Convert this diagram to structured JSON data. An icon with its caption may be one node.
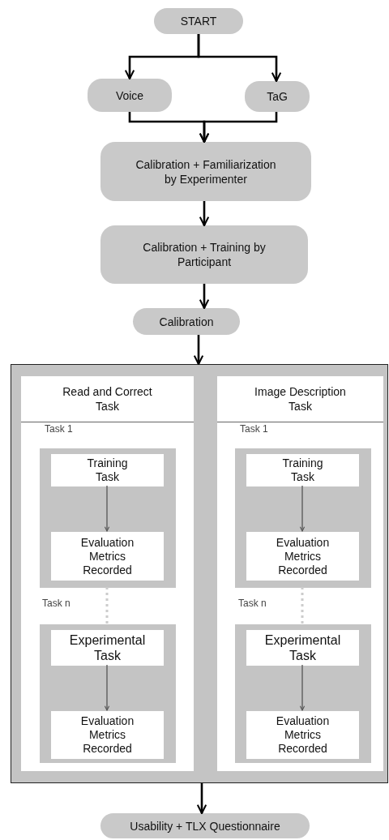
{
  "diagram": {
    "nodes": [
      {
        "text": [
          "START"
        ]
      },
      {
        "text": [
          "Voice"
        ]
      },
      {
        "text": [
          "TaG"
        ]
      },
      {
        "text": [
          "Calibration + Familiarization by Experimenter"
        ]
      },
      {
        "text": [
          "Calibration + Training by Participant"
        ]
      },
      {
        "text": [
          "Calibration"
        ]
      },
      {
        "text": [],
        "shape": "box"
      },
      {
        "text": [
          "Read and Correct Task"
        ],
        "in": 6
      },
      {
        "text": [],
        "shape": "box",
        "in": 7
      },
      {
        "text": [
          "Training Task"
        ],
        "in": 8
      },
      {
        "text": [
          "Evaluation Metrics Recorded"
        ],
        "in": 8
      },
      {
        "text": [],
        "shape": "box",
        "in": 7
      },
      {
        "text": [
          "Experimental Task"
        ],
        "in": 11
      },
      {
        "text": [
          "Evaluation Metrics Recorded"
        ],
        "in": 11
      },
      {
        "text": [
          "Image Description Task"
        ],
        "in": 6
      },
      {
        "text": [],
        "shape": "box",
        "in": 14
      },
      {
        "text": [
          "Training Task"
        ],
        "in": 15
      },
      {
        "text": [
          "Evaluation Metrics Recorded"
        ],
        "in": 15
      },
      {
        "text": [],
        "shape": "box",
        "in": 14
      },
      {
        "text": [
          "Experimental Task"
        ],
        "in": 18
      },
      {
        "text": [
          "Evaluation Metrics Recorded"
        ],
        "in": 18
      },
      {
        "text": [
          "Usability + TLX Questionnaire"
        ]
      }
    ],
    "edges": [
      {
        "from": 0,
        "to": 1,
        "arrow": "to"
      },
      {
        "from": 0,
        "to": 2,
        "arrow": "to"
      },
      {
        "from": 1,
        "to": 3,
        "arrow": "to"
      },
      {
        "from": 2,
        "to": 3,
        "arrow": "to"
      },
      {
        "from": 3,
        "to": 4,
        "arrow": "to"
      },
      {
        "from": 4,
        "to": 5,
        "arrow": "to"
      },
      {
        "from": 5,
        "to": 6,
        "arrow": "to"
      },
      {
        "from": 9,
        "to": 10,
        "arrow": "to",
        "color": "#555555"
      },
      {
        "from": 8,
        "to": 11,
        "arrow": "none",
        "style": "dashed",
        "color": "#cccccc"
      },
      {
        "from": 12,
        "to": 13,
        "arrow": "to",
        "color": "#555555"
      },
      {
        "from": 16,
        "to": 17,
        "arrow": "to",
        "color": "#555555"
      },
      {
        "from": 15,
        "to": 18,
        "arrow": "none",
        "style": "dashed",
        "color": "#cccccc"
      },
      {
        "from": 19,
        "to": 20,
        "arrow": "to",
        "color": "#555555"
      },
      {
        "from": 6,
        "to": 21,
        "arrow": "to"
      }
    ],
    "labels": [
      "Task 1",
      "Task 1",
      "Task n",
      "Task n"
    ]
  }
}
